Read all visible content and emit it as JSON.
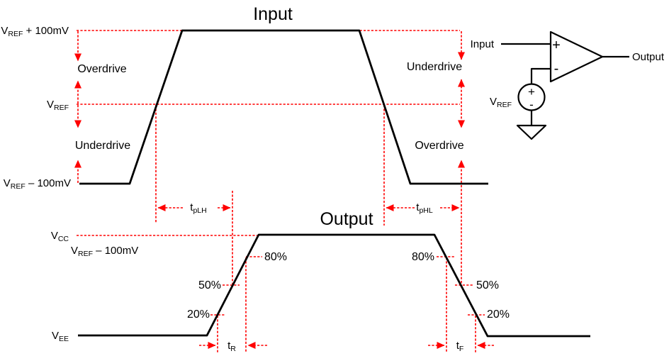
{
  "colors": {
    "annotation_red": "#FF0000",
    "waveform_black": "#000000",
    "background": "#FFFFFF"
  },
  "input_plot": {
    "title": "Input",
    "level_high": {
      "pre": "V",
      "sub": "REF",
      "post": " + 100mV"
    },
    "level_ref": {
      "pre": "V",
      "sub": "REF"
    },
    "level_low": {
      "pre": "V",
      "sub": "REF",
      "post": " – 100mV"
    },
    "left_region_top": "Overdrive",
    "left_region_bottom": "Underdrive",
    "right_region_top": "Underdrive",
    "right_region_bottom": "Overdrive"
  },
  "delays": {
    "tplh": {
      "pre": "t",
      "sub": "pLH"
    },
    "tphl": {
      "pre": "t",
      "sub": "pHL"
    }
  },
  "output_plot": {
    "title": "Output",
    "level_vcc": {
      "pre": "V",
      "sub": "CC"
    },
    "level_vref_minus": {
      "pre": "V",
      "sub": "REF",
      "post": " – 100mV"
    },
    "level_vee": {
      "pre": "V",
      "sub": "EE"
    },
    "pct_80": "80%",
    "pct_50": "50%",
    "pct_20": "20%",
    "tr": {
      "pre": "t",
      "sub": "R"
    },
    "tf": {
      "pre": "t",
      "sub": "F"
    }
  },
  "circuit": {
    "input_label": "Input",
    "output_label": "Output",
    "vref_label": {
      "pre": "V",
      "sub": "REF"
    },
    "plus": "+",
    "minus": "-"
  }
}
